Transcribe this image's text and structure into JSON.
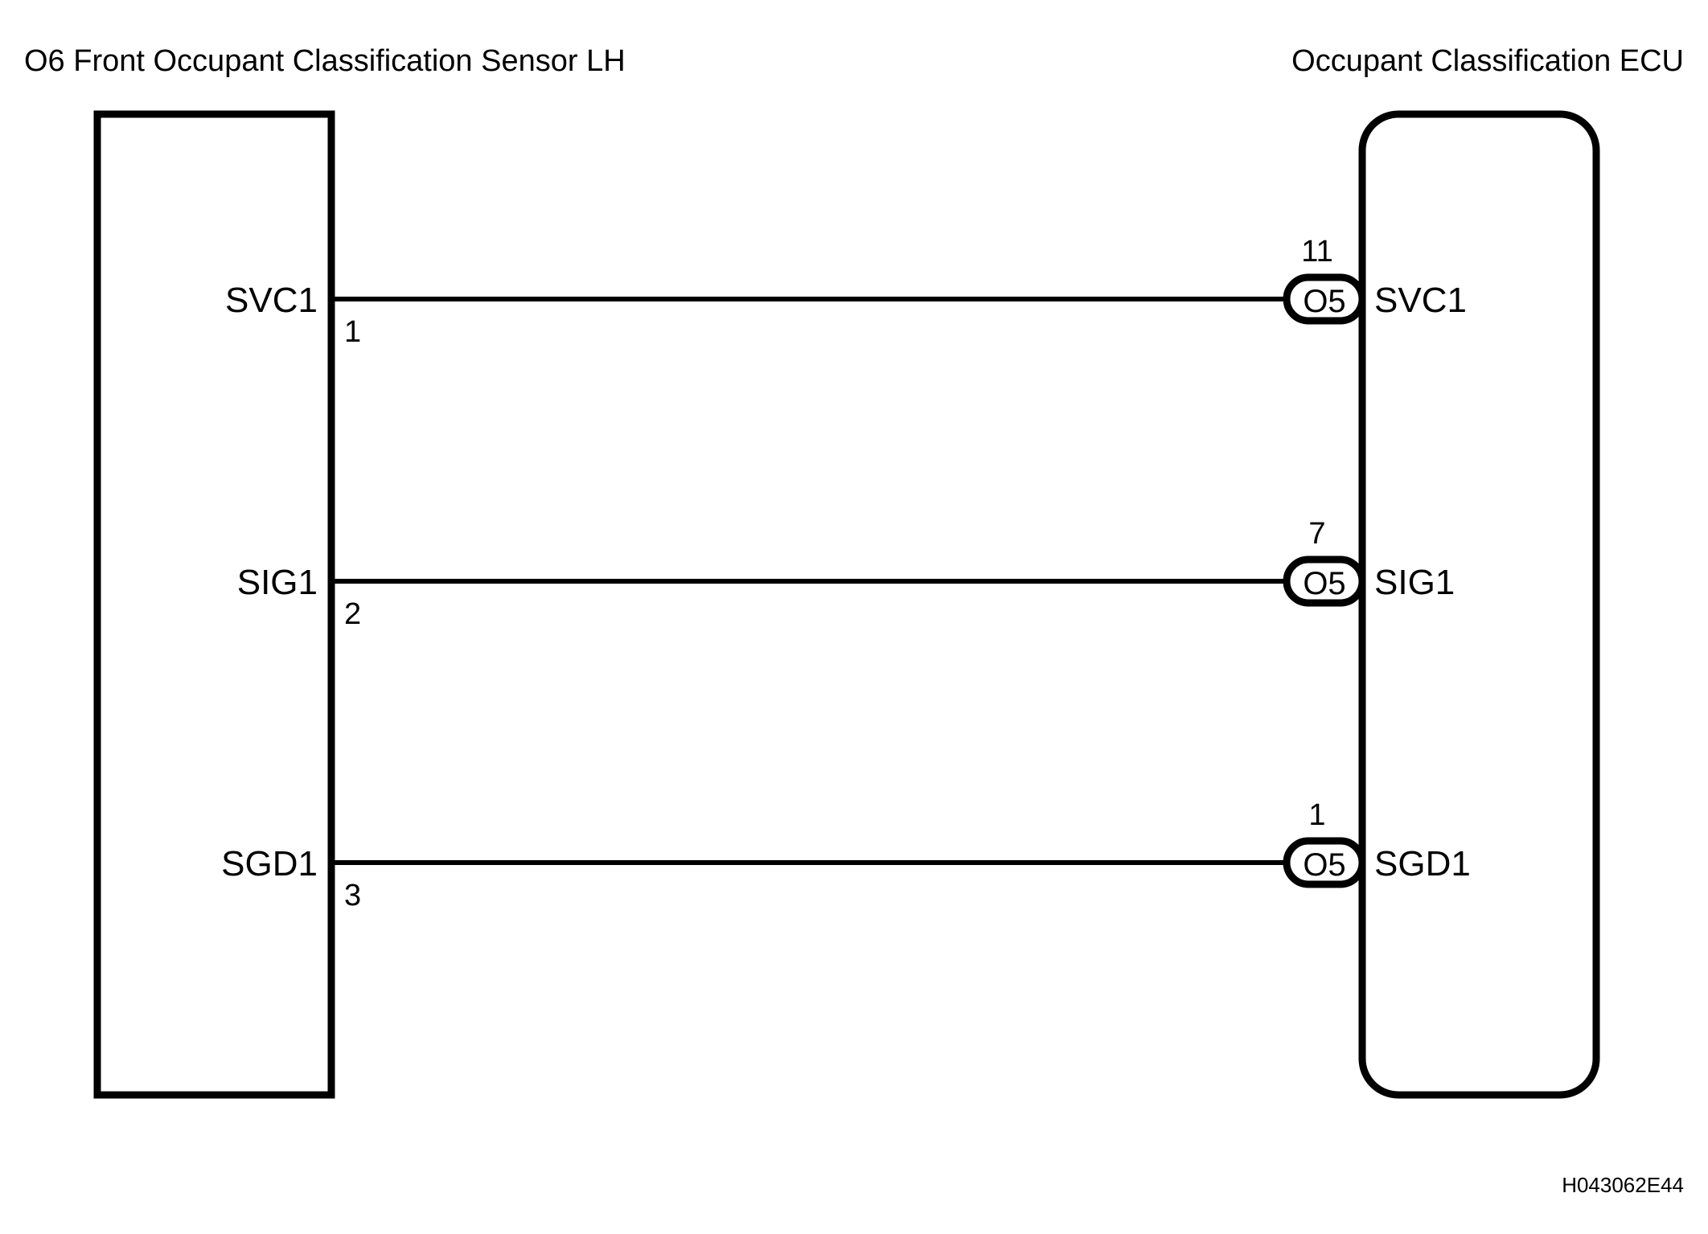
{
  "diagram": {
    "title_left": "O6 Front Occupant Classification Sensor LH",
    "title_right": "Occupant Classification ECU",
    "reference_code": "H043062E44",
    "colors": {
      "background": "#ffffff",
      "line": "#000000",
      "text": "#000000"
    },
    "left_component": {
      "name": "O6 Front Occupant Classification Sensor LH",
      "shape": "rectangle",
      "terminals": [
        {
          "signal": "SVC1",
          "pin": "1"
        },
        {
          "signal": "SIG1",
          "pin": "2"
        },
        {
          "signal": "SGD1",
          "pin": "3"
        }
      ]
    },
    "right_component": {
      "name": "Occupant Classification ECU",
      "shape": "rounded-rectangle",
      "terminals": [
        {
          "signal": "SVC1",
          "pin": "11",
          "connector": "O5"
        },
        {
          "signal": "SIG1",
          "pin": "7",
          "connector": "O5"
        },
        {
          "signal": "SGD1",
          "pin": "1",
          "connector": "O5"
        }
      ]
    },
    "wires": [
      {
        "signal": "SVC1",
        "from_pin": "1",
        "to_pin": "11",
        "to_connector": "O5"
      },
      {
        "signal": "SIG1",
        "from_pin": "2",
        "to_pin": "7",
        "to_connector": "O5"
      },
      {
        "signal": "SGD1",
        "from_pin": "3",
        "to_pin": "1",
        "to_connector": "O5"
      }
    ]
  }
}
